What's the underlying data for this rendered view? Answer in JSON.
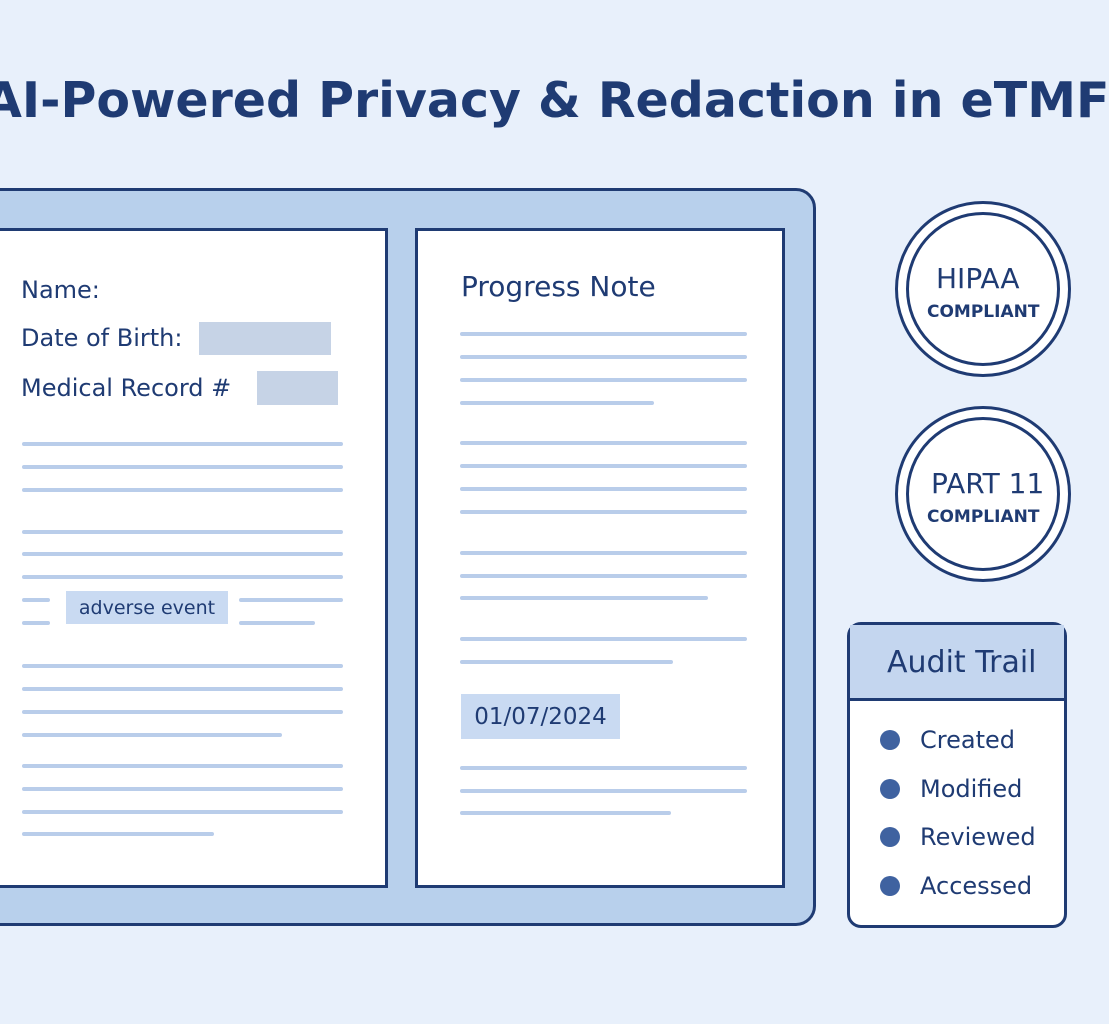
{
  "title": "AI-Powered Privacy & Redaction in eTMF",
  "left_document": {
    "name_label": "Name:",
    "dob_label": "Date of Birth:",
    "mrn_label": "Medical Record #",
    "highlight_term": "adverse event"
  },
  "right_document": {
    "heading": "Progress Note",
    "date": "01/07/2024"
  },
  "badges": [
    {
      "main": "HIPAA",
      "sub": "COMPLIANT"
    },
    {
      "main": "PART 11",
      "sub": "COMPLIANT"
    }
  ],
  "audit_trail": {
    "title": "Audit Trail",
    "items": [
      "Created",
      "Modified",
      "Reviewed",
      "Accessed"
    ]
  },
  "colors": {
    "primary": "#1f3b73",
    "background": "#e8f0fb",
    "frame": "#b8d0ec",
    "text_bar": "#b9cdea",
    "redaction": "#c6d3e6",
    "highlight": "#c9daf2"
  }
}
